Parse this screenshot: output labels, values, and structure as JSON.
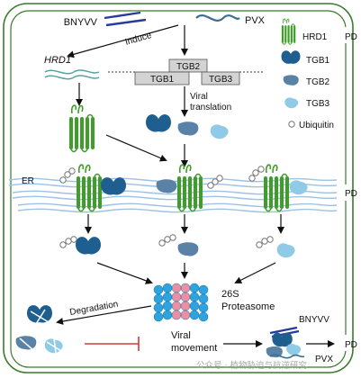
{
  "labels": {
    "bnyvv_top": "BNYVV",
    "pvx_top": "PVX",
    "induce": "Induce",
    "hrd1_gene": "HRD1",
    "tgb2": "TGB2",
    "tgb1": "TGB1",
    "tgb3": "TGB3",
    "viral_translation_1": "Viral",
    "viral_translation_2": "translation",
    "er": "ER",
    "pd_top": "PD",
    "pd_mid": "PD",
    "pd_bottom": "PD",
    "proteasome_1": "26S",
    "proteasome_2": "Proteasome",
    "degradation": "Degradation",
    "viral_movement_1": "Viral",
    "viral_movement_2": "movement",
    "bnyvv_bottom": "BNYVV",
    "pvx_bottom": "PVX",
    "watermark": "公众号 · 植物胁迫与抗逆研究"
  },
  "legend": {
    "items": [
      {
        "label": "HRD1",
        "icon": "hrd1-icon"
      },
      {
        "label": "TGB1",
        "icon": "tgb1-icon"
      },
      {
        "label": "TGB2",
        "icon": "tgb2-icon"
      },
      {
        "label": "TGB3",
        "icon": "tgb3-icon"
      },
      {
        "label": "Ubiquitin",
        "icon": "ubiquitin-icon"
      }
    ]
  },
  "colors": {
    "cell_wall": "#3a7a2c",
    "hrd1": "#3f9e2a",
    "tgb1": "#1f5f8f",
    "tgb2": "#5a82a6",
    "tgb3": "#8fcbe6",
    "er_membrane": "#9ec1e6",
    "proteasome_blue": "#2da4df",
    "proteasome_pink": "#ec8fa5",
    "bnyvv": "#2a3a9a",
    "pvx": "#3a6f8f",
    "inhibit": "#d23a3a"
  }
}
